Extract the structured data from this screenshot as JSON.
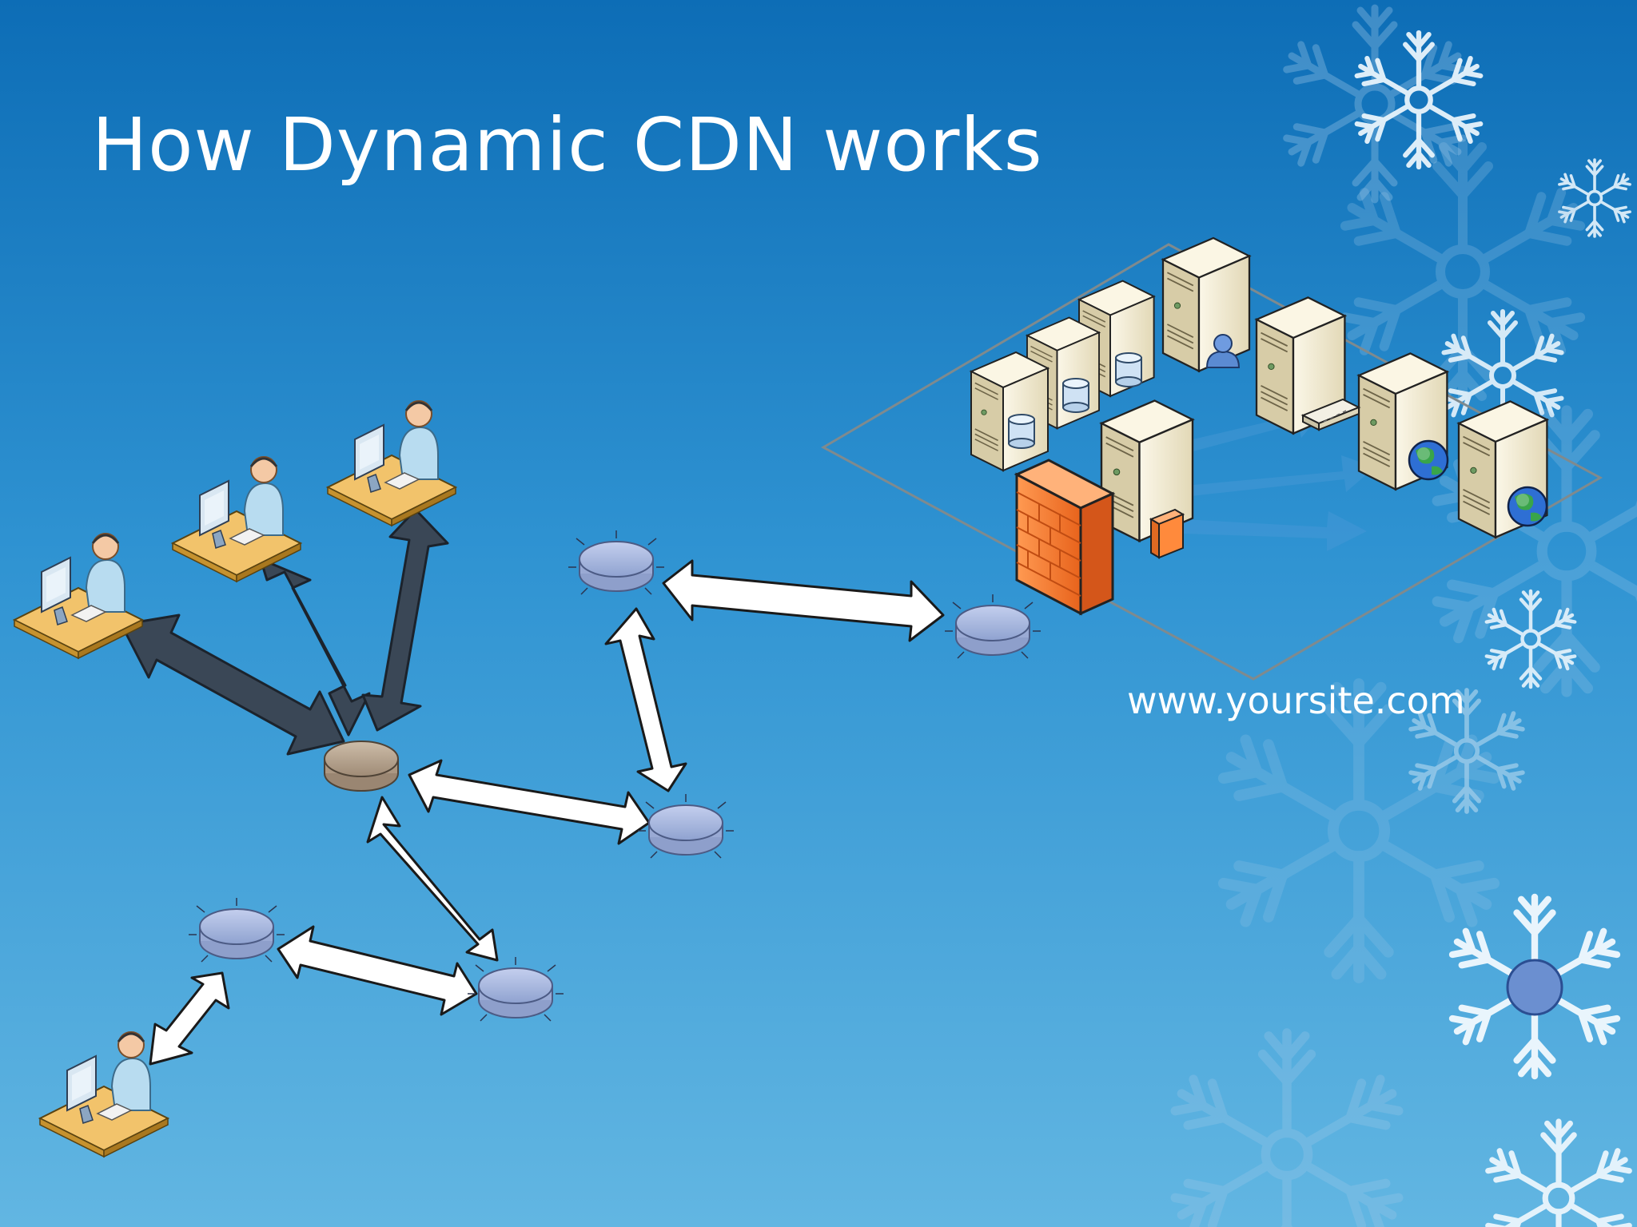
{
  "slide": {
    "title": "How Dynamic CDN works",
    "site_label": "www.yoursite.com"
  },
  "colors": {
    "background_top": "#1071b8",
    "background_bottom": "#5fb3e0",
    "edge_node": "#a9b8de",
    "central_node": "#b7a591",
    "client_arrow": "#3a4756",
    "network_arrow": "#ffffff",
    "firewall": "#f07a30",
    "server": "#f3ecd3"
  },
  "diagram": {
    "nodes": [
      {
        "id": "users-node",
        "kind": "central-edge-server"
      },
      {
        "id": "edge-1",
        "kind": "edge-server"
      },
      {
        "id": "edge-2",
        "kind": "edge-server"
      },
      {
        "id": "edge-3",
        "kind": "edge-server"
      },
      {
        "id": "edge-4",
        "kind": "edge-server"
      },
      {
        "id": "origin-edge",
        "kind": "edge-server"
      }
    ],
    "clients": [
      {
        "id": "client-1",
        "icon": "user-workstation-icon"
      },
      {
        "id": "client-2",
        "icon": "user-workstation-icon"
      },
      {
        "id": "client-3",
        "icon": "user-workstation-icon"
      },
      {
        "id": "client-4",
        "icon": "user-workstation-icon"
      }
    ],
    "origin": {
      "icons": [
        "server-icon",
        "database-icon",
        "firewall-icon",
        "user-icon",
        "globe-icon",
        "switch-icon"
      ]
    }
  }
}
